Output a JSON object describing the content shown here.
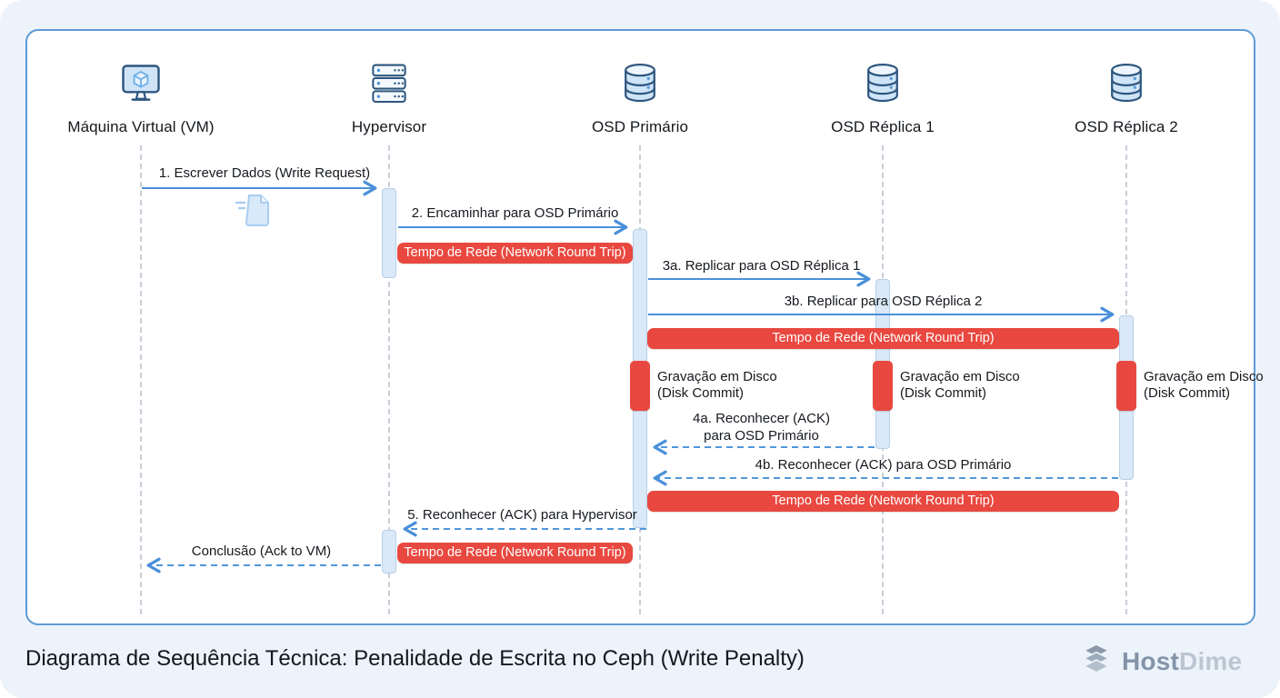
{
  "participants": [
    {
      "name": "Máquina Virtual (VM)",
      "icon": "vm-monitor-icon"
    },
    {
      "name": "Hypervisor",
      "icon": "server-stack-icon"
    },
    {
      "name": "OSD Primário",
      "icon": "database-icon"
    },
    {
      "name": "OSD Réplica 1",
      "icon": "database-icon"
    },
    {
      "name": "OSD Réplica 2",
      "icon": "database-icon"
    }
  ],
  "messages": {
    "m1": "1. Escrever Dados (Write Request)",
    "m2": "2. Encaminhar para OSD Primário",
    "m3a": "3a. Replicar para OSD Réplica 1",
    "m3b": "3b. Replicar para OSD Réplica 2",
    "m4a_line1": "4a. Reconhecer (ACK)",
    "m4a_line2": "para OSD Primário",
    "m4b": "4b. Reconhecer (ACK) para OSD Primário",
    "m5": "5. Reconhecer (ACK) para Hypervisor",
    "m6": "Conclusão (Ack to VM)"
  },
  "labels": {
    "network_round_trip": "Tempo de Rede (Network Round Trip)",
    "disk_commit_line1": "Gravação em Disco",
    "disk_commit_line2": "(Disk Commit)"
  },
  "footer": {
    "title": "Diagrama de Sequência Técnica: Penalidade de Escrita no Ceph (Write Penalty)",
    "logo_host": "Host",
    "logo_dime": "Dime"
  },
  "colors": {
    "latency_red": "#e8483f",
    "arrow_blue": "#4a90d9",
    "activation_fill": "#dbe8f7",
    "activation_border": "#b6d0ea",
    "panel_border": "#5e9ad6",
    "card_background": "#ecf3fb",
    "lifeline_gray": "#c9ced8",
    "logo_gray_dark": "#8494a8",
    "logo_gray_light": "#bcc6d2"
  }
}
